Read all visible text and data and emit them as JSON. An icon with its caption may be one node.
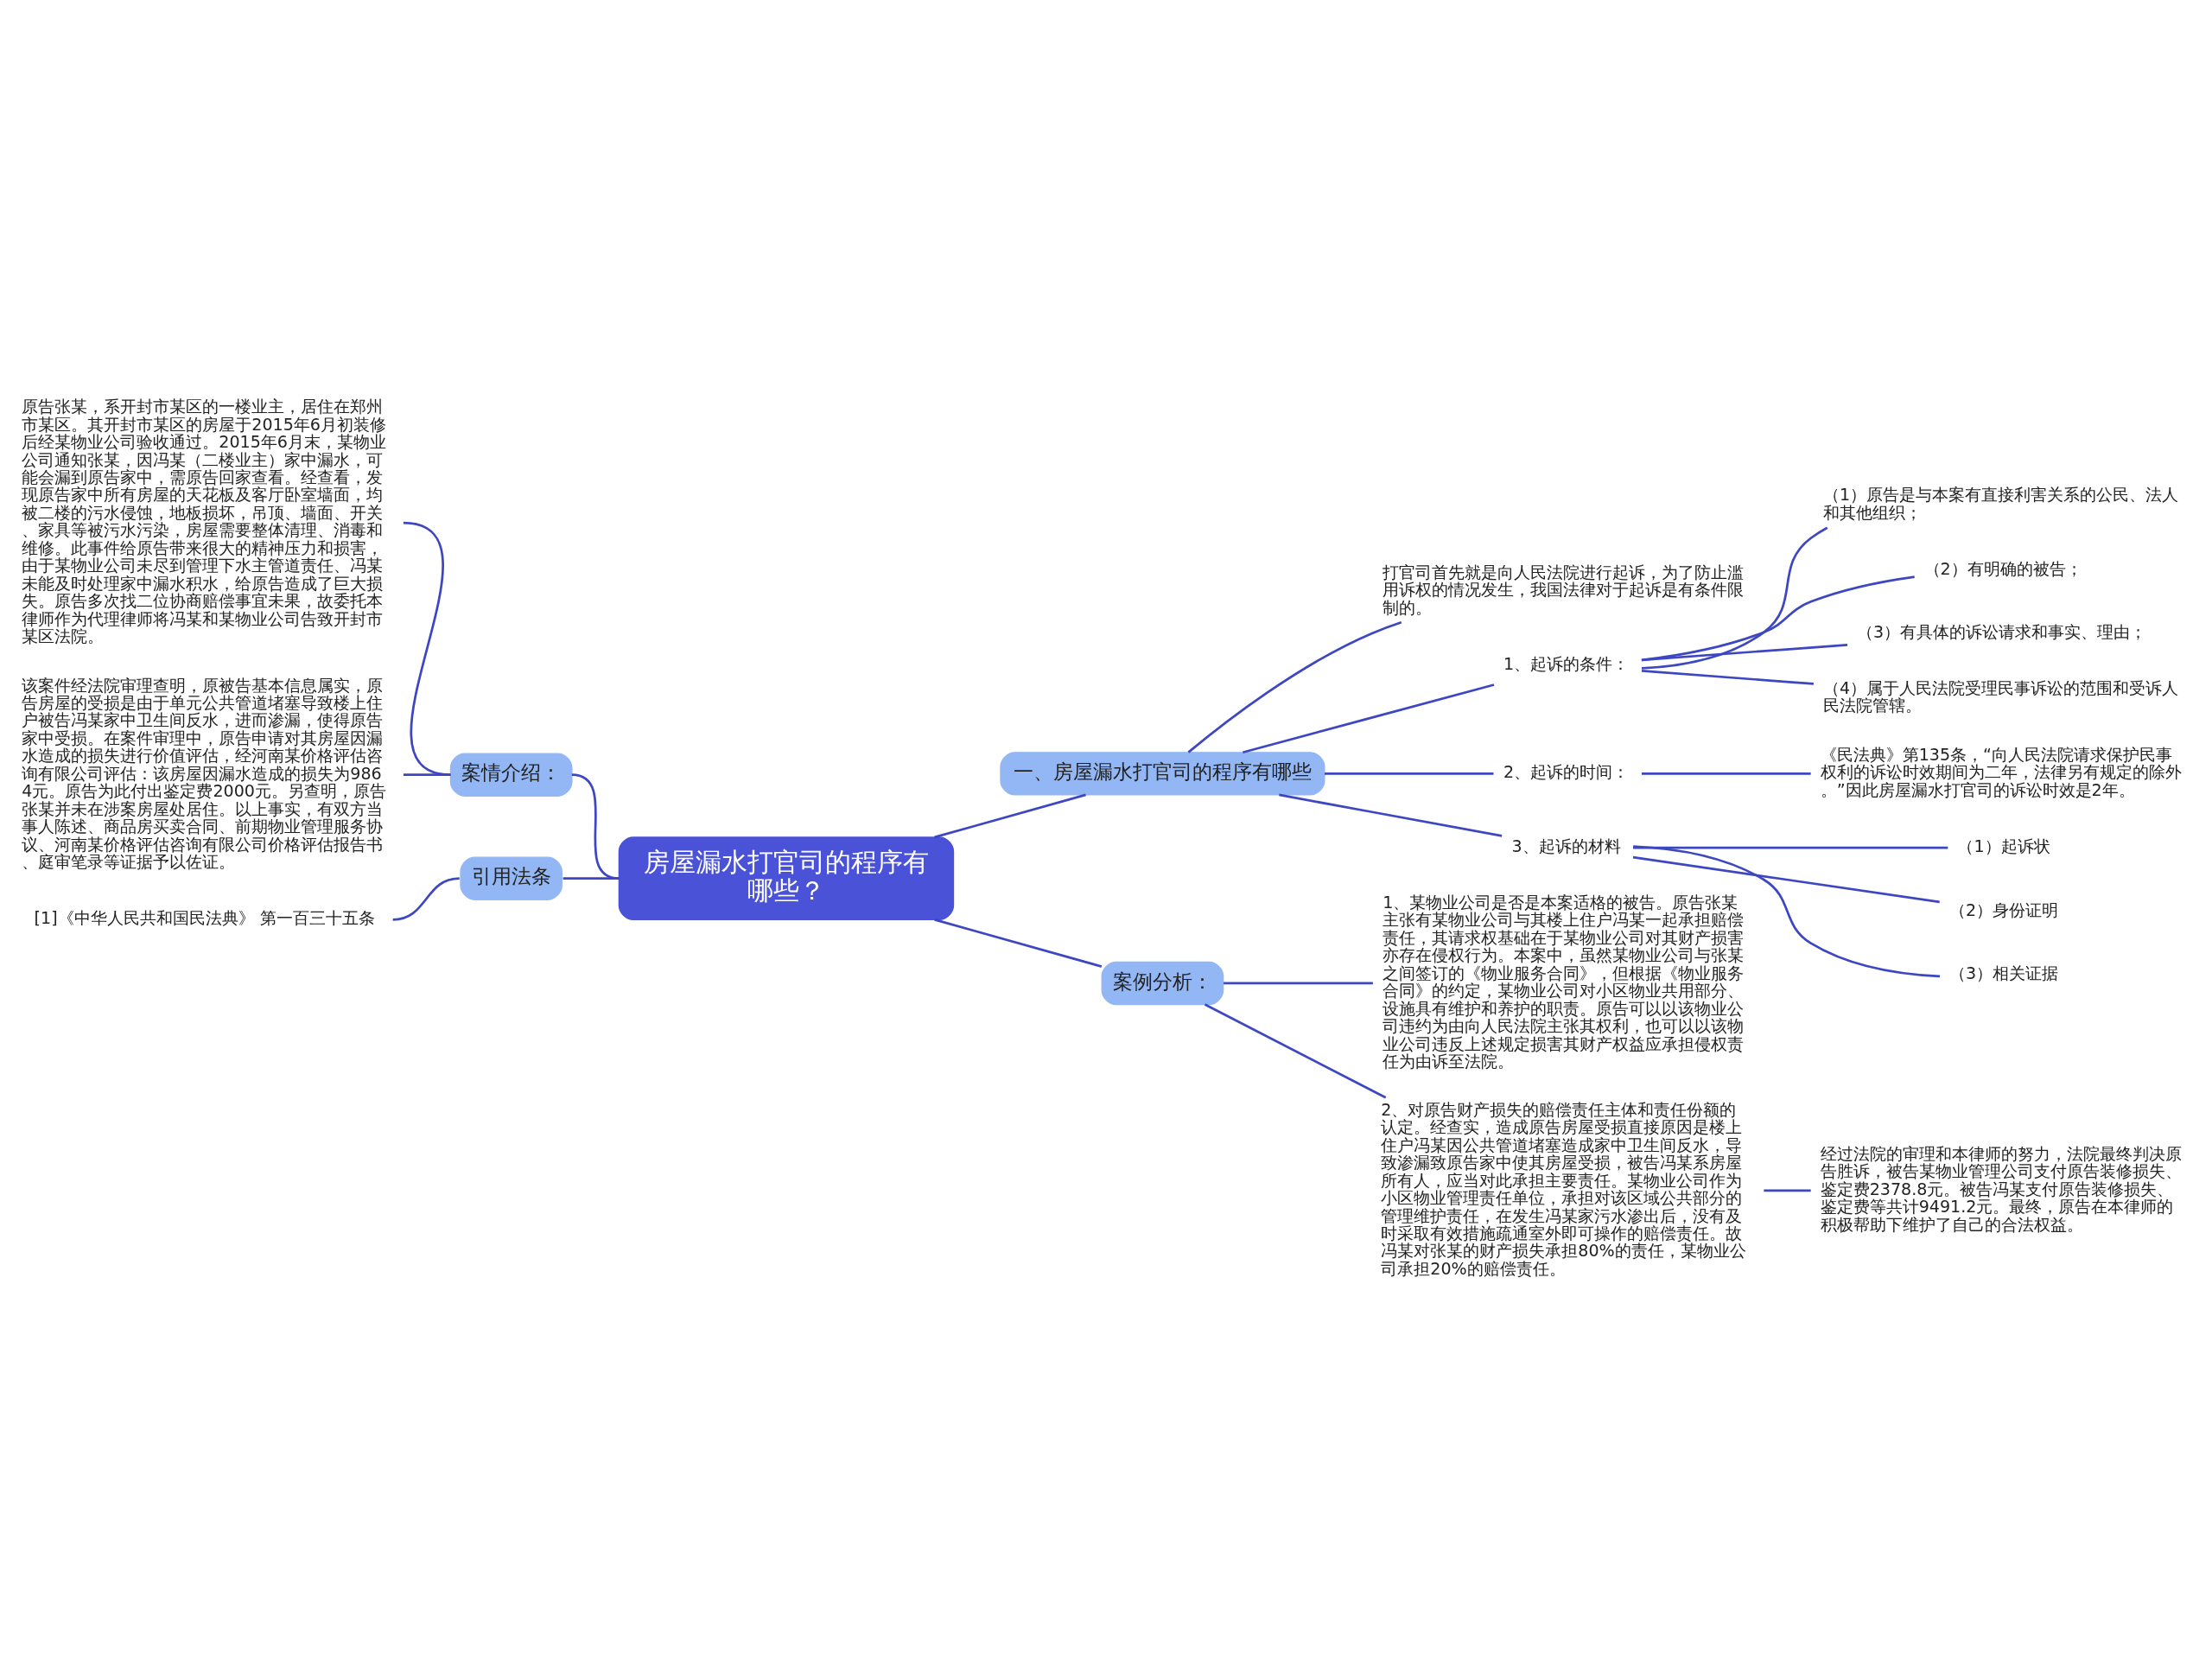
{
  "diagram": {
    "nodes": [
      {
        "text": [
          "房屋漏水打官司的程序有哪些？"
        ]
      },
      {
        "text": [
          "一、房屋漏水打官司的程序有哪些"
        ]
      },
      {
        "text": [
          "打官司首先就是向人民法院进行起诉，为了防止滥用诉权的情况发生，我国法律对于起诉是有条件限制的。"
        ]
      },
      {
        "text": [
          "1、起诉的条件："
        ]
      },
      {
        "text": [
          "（1）原告是与本案有直接利害关系的公民、法人和其他组织；"
        ]
      },
      {
        "text": [
          "（2）有明确的被告；"
        ]
      },
      {
        "text": [
          "（3）有具体的诉讼请求和事实、理由；"
        ]
      },
      {
        "text": [
          "（4）属于人民法院受理民事诉讼的范围和受诉人民法院管辖。"
        ]
      },
      {
        "text": [
          "2、起诉的时间："
        ]
      },
      {
        "text": [
          "《民法典》第135条，“向人民法院请求保护民事权利的诉讼时效期间为二年，法律另有规定的除外。”因此房屋漏水打官司的诉讼时效是2年。"
        ]
      },
      {
        "text": [
          "3、起诉的材料"
        ]
      },
      {
        "text": [
          "（1）起诉状"
        ]
      },
      {
        "text": [
          "（2）身份证明"
        ]
      },
      {
        "text": [
          "（3）相关证据"
        ]
      },
      {
        "text": [
          "案例分析："
        ]
      },
      {
        "text": [
          "1、某物业公司是否是本案适格的被告。原告张某主张有某物业公司与其楼上住户冯某一起承担赔偿责任，其请求权基础在于某物业公司对其财产损害亦存在侵权行为。本案中，虽然某物业公司与张某之间签订的《物业服务合同》，但根据《物业服务合同》的约定，某物业公司对小区物业共用部分、设施具有维护和养护的职责。原告可以以该物业公司违约为由向人民法院主张其权利，也可以以该物业公司违反上述规定损害其财产权益应承担侵权责任为由诉至法院。"
        ]
      },
      {
        "text": [
          "2、对原告财产损失的赔偿责任主体和责任份额的认定。经查实，造成原告房屋受损直接原因是楼上住户冯某因公共管道堵塞造成家中卫生间反水，导致渗漏致原告家中使其房屋受损，被告冯某系房屋所有人，应当对此承担主要责任。某物业公司作为小区物业管理责任单位，承担对该区域公共部分的管理维护责任，在发生冯某家污水渗出后，没有及时采取有效措施疏通室外即可操作的赔偿责任。故冯某对张某的财产损失承担80%的责任，某物业公司承担20%的赔偿责任。"
        ]
      },
      {
        "text": [
          "经过法院的审理和本律师的努力，法院最终判决原告胜诉，被告某物业管理公司支付原告装修损失、鉴定费2378.8元。被告冯某支付原告装修损失、鉴定费等共计9491.2元。最终，原告在本律师的积极帮助下维护了自己的合法权益。"
        ]
      },
      {
        "text": [
          "案情介绍："
        ]
      },
      {
        "text": [
          "原告张某，系开封市某区的一楼业主，居住在郑州市某区。其开封市某区的房屋于2015年6月初装修后经某物业公司验收通过。2015年6月末，某物业公司通知张某，因冯某（二楼业主）家中漏水，可能会漏到原告家中，需原告回家查看。经查看，发现原告家中所有房屋的天花板及客厅卧室墙面，均被二楼的污水侵蚀，地板损坏，吊顶、墙面、开关、家具等被污水污染，房屋需要整体清理、消毒和维修。此事件给原告带来很大的精神压力和损害，由于某物业公司未尽到管理下水主管道责任、冯某未能及时处理家中漏水积水，给原告造成了巨大损失。原告多次找二位协商赔偿事宜未果，故委托本律师作为代理律师将冯某和某物业公司告致开封市某区法院。"
        ]
      },
      {
        "text": [
          "该案件经法院审理查明，原被告基本信息属实，原告房屋的受损是由于单元公共管道堵塞导致楼上住户被告冯某家中卫生间反水，进而渗漏，使得原告家中受损。在案件审理中，原告申请对其房屋因漏水造成的损失进行价值评估，经河南某价格评估咨询有限公司评估：该房屋因漏水造成的损失为9864元。原告为此付出鉴定费2000元。另查明，原告张某并未在涉案房屋处居住。以上事实，有双方当事人陈述、商品房买卖合同、前期物业管理服务协议、河南某价格评估咨询有限公司价格评估报告书、庭审笔录等证据予以佐证。"
        ]
      },
      {
        "text": [
          "引用法条"
        ]
      },
      {
        "text": [
          "[1]《中华人民共和国民法典》 第一百三十五条"
        ]
      }
    ],
    "edges": [
      {
        "from": 0,
        "to": 1,
        "arrow": "none"
      },
      {
        "from": 1,
        "to": 2,
        "arrow": "none"
      },
      {
        "from": 1,
        "to": 3,
        "arrow": "none"
      },
      {
        "from": 3,
        "to": 4,
        "arrow": "none"
      },
      {
        "from": 3,
        "to": 5,
        "arrow": "none"
      },
      {
        "from": 3,
        "to": 6,
        "arrow": "none"
      },
      {
        "from": 3,
        "to": 7,
        "arrow": "none"
      },
      {
        "from": 1,
        "to": 8,
        "arrow": "none"
      },
      {
        "from": 8,
        "to": 9,
        "arrow": "none"
      },
      {
        "from": 1,
        "to": 10,
        "arrow": "none"
      },
      {
        "from": 10,
        "to": 11,
        "arrow": "none"
      },
      {
        "from": 10,
        "to": 12,
        "arrow": "none"
      },
      {
        "from": 10,
        "to": 13,
        "arrow": "none"
      },
      {
        "from": 0,
        "to": 14,
        "arrow": "none"
      },
      {
        "from": 14,
        "to": 15,
        "arrow": "none"
      },
      {
        "from": 14,
        "to": 16,
        "arrow": "none"
      },
      {
        "from": 16,
        "to": 17,
        "arrow": "none"
      },
      {
        "from": 0,
        "to": 18,
        "arrow": "none"
      },
      {
        "from": 18,
        "to": 19,
        "arrow": "none"
      },
      {
        "from": 18,
        "to": 20,
        "arrow": "none"
      },
      {
        "from": 0,
        "to": 21,
        "arrow": "none"
      },
      {
        "from": 21,
        "to": 22,
        "arrow": "none"
      }
    ]
  }
}
